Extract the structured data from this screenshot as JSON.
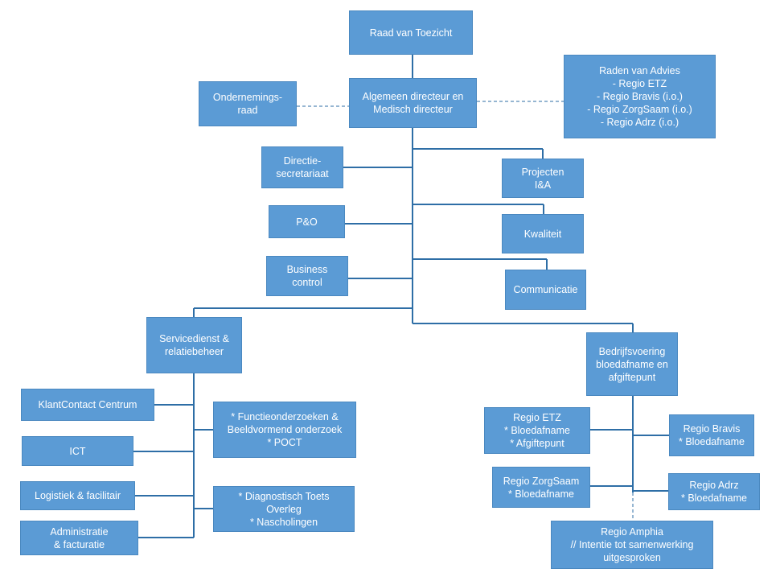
{
  "colors": {
    "box": "#5b9bd5",
    "line": "#2e6ea6"
  },
  "top": {
    "lines": [
      "Raad van Toezicht"
    ]
  },
  "or": {
    "lines": [
      "Ondernemings-",
      "raad"
    ]
  },
  "adm": {
    "lines": [
      "Algemeen directeur en",
      "Medisch directeur"
    ]
  },
  "rva": {
    "lines": [
      "Raden van Advies",
      "- Regio ETZ",
      "- Regio Bravis (i.o.)",
      "- Regio ZorgSaam (i.o.)",
      "- Regio Adrz (i.o.)"
    ]
  },
  "dsec": {
    "lines": [
      "Directie-",
      "secretariaat"
    ]
  },
  "proj": {
    "lines": [
      "Projecten",
      "I&A"
    ]
  },
  "po": {
    "lines": [
      "P&O"
    ]
  },
  "kwal": {
    "lines": [
      "Kwaliteit"
    ]
  },
  "bc": {
    "lines": [
      "Business",
      "control"
    ]
  },
  "comm": {
    "lines": [
      "Communicatie"
    ]
  },
  "srv": {
    "lines": [
      "Servicedienst &",
      "relatiebeheer"
    ]
  },
  "bedr": {
    "lines": [
      "Bedrijfsvoering",
      "bloedafname en",
      "afgiftepunt"
    ]
  },
  "kcc": {
    "lines": [
      "KlantContact Centrum"
    ]
  },
  "ict": {
    "lines": [
      "ICT"
    ]
  },
  "log": {
    "lines": [
      "Logistiek & facilitair"
    ]
  },
  "adf": {
    "lines": [
      "Administratie",
      "& facturatie"
    ]
  },
  "fo": {
    "lines": [
      "* Functieonderzoeken &",
      "Beeldvormend onderzoek",
      "* POCT"
    ]
  },
  "dto": {
    "lines": [
      "* Diagnostisch Toets",
      "Overleg",
      "* Nascholingen"
    ]
  },
  "etz": {
    "lines": [
      "Regio ETZ",
      "* Bloedafname",
      "* Afgiftepunt"
    ]
  },
  "bravis": {
    "lines": [
      "Regio Bravis",
      "* Bloedafname"
    ]
  },
  "zorg": {
    "lines": [
      "Regio ZorgSaam",
      "* Bloedafname"
    ]
  },
  "adrz": {
    "lines": [
      "Regio Adrz",
      "* Bloedafname"
    ]
  },
  "amphia": {
    "lines": [
      "Regio Amphia",
      "// Intentie tot samenwerking",
      "uitgesproken"
    ]
  }
}
